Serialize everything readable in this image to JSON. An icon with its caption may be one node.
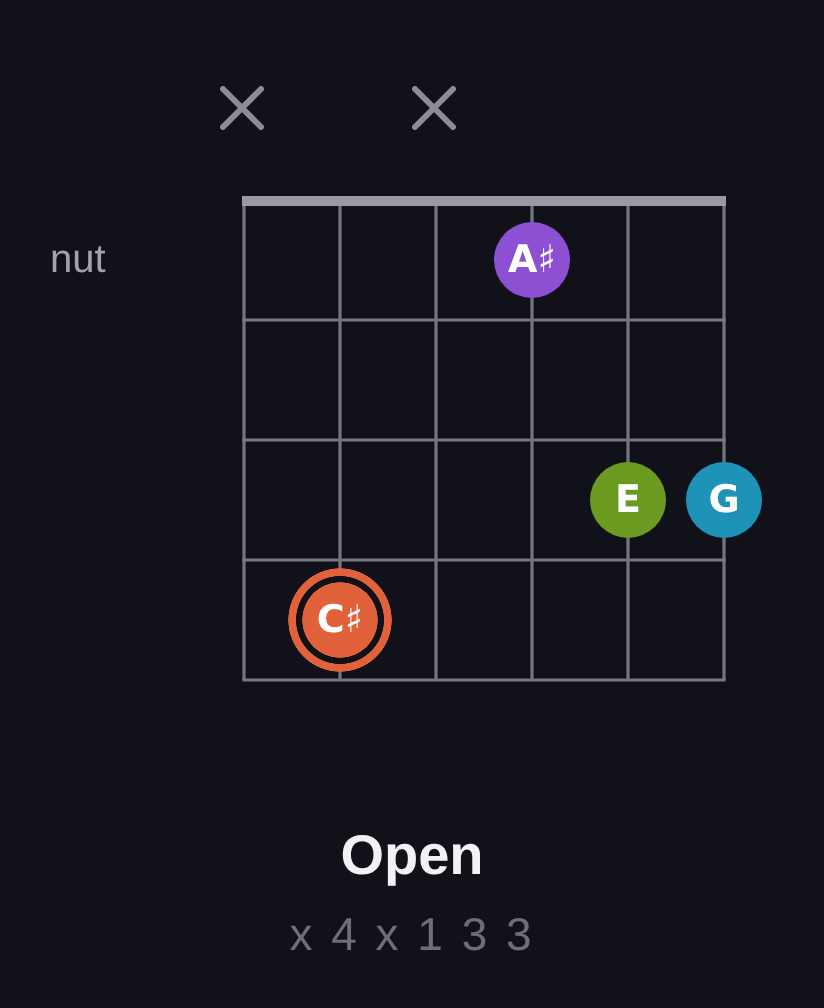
{
  "diagram": {
    "title": "Open",
    "caption": "x 4 x 1 3 3",
    "nodes": [
      {
        "text": [
          "A♯"
        ]
      },
      {
        "text": [
          "E"
        ]
      },
      {
        "text": [
          "G"
        ]
      },
      {
        "text": [
          "C♯"
        ]
      }
    ],
    "labels": [
      "nut"
    ]
  }
}
